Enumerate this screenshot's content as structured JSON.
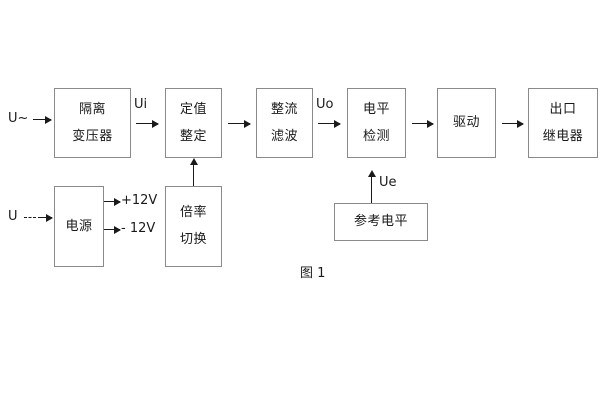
{
  "figure": {
    "caption": "图 1",
    "accent_color": "#1a1a1a",
    "box_border_color": "#8a8a8a",
    "background": "#ffffff"
  },
  "signal_chain": {
    "input_label": "U~",
    "blocks": [
      {
        "id": "isolation-transformer",
        "lines": [
          "隔离",
          "变压器"
        ]
      },
      {
        "id": "setting-value",
        "lines": [
          "定值",
          "整定"
        ]
      },
      {
        "id": "rectify-filter",
        "lines": [
          "整流",
          "滤波"
        ]
      },
      {
        "id": "level-detection",
        "lines": [
          "电平",
          "检测"
        ]
      },
      {
        "id": "drive",
        "lines": [
          "驱动"
        ]
      },
      {
        "id": "output-relay",
        "lines": [
          "出口",
          "继电器"
        ]
      }
    ],
    "inter_block_labels": {
      "ui": "Ui",
      "uo": "Uo",
      "ue": "Ue"
    }
  },
  "power_section": {
    "input_label": "U",
    "supply_block": {
      "id": "power-supply",
      "lines": [
        "电源"
      ]
    },
    "rails": [
      {
        "id": "positive-rail",
        "label": "+12V"
      },
      {
        "id": "negative-rail",
        "label": "- 12V"
      }
    ],
    "multiplier_block": {
      "id": "multiplier-switch",
      "lines": [
        "倍率",
        "切换"
      ]
    }
  },
  "reference_section": {
    "reference_block": {
      "id": "reference-level",
      "lines": [
        "参考电平"
      ]
    }
  }
}
